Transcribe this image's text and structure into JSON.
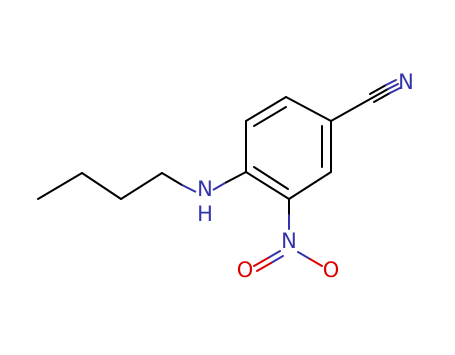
{
  "molecule": {
    "atom_labels": {
      "nitrile_n": "N",
      "amine_n": "N",
      "amine_h": "H",
      "nitro_n": "N",
      "nitro_o_top": "O",
      "nitro_o_bottom": "O"
    },
    "colors": {
      "bond": "#000000",
      "nitrogen": "#3333aa",
      "oxygen": "#dd0000"
    }
  }
}
